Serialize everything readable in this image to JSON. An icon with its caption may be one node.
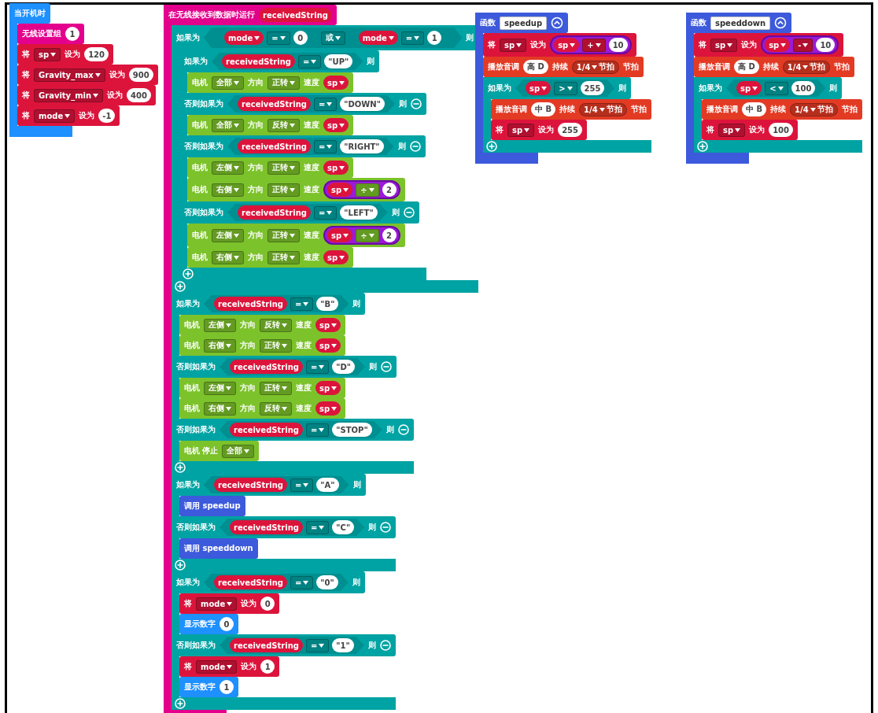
{
  "diagram": {
    "nodes": [
      {
        "text": [
          "当开机时"
        ]
      },
      {
        "text": [
          "无线设置组"
        ],
        "in": 0
      },
      {
        "text": [
          "1"
        ],
        "in": 1
      },
      {
        "text": [
          "将",
          "设为"
        ],
        "in": 0
      },
      {
        "text": [
          "sp"
        ],
        "in": 3
      },
      {
        "text": [
          "120"
        ],
        "in": 3
      },
      {
        "text": [
          "将",
          "设为"
        ],
        "in": 0
      },
      {
        "text": [
          "Gravity_max"
        ],
        "in": 6
      },
      {
        "text": [
          "900"
        ],
        "in": 6
      },
      {
        "text": [
          "将",
          "设为"
        ],
        "in": 0
      },
      {
        "text": [
          "Gravity_min"
        ],
        "in": 9
      },
      {
        "text": [
          "400"
        ],
        "in": 9
      },
      {
        "text": [
          "将",
          "设为"
        ],
        "in": 0
      },
      {
        "text": [
          "mode"
        ],
        "in": 12
      },
      {
        "text": [
          "-1"
        ],
        "in": 12
      },
      {
        "text": [
          "在无线接收到数据时运行"
        ]
      },
      {
        "text": [
          "receivedString"
        ],
        "in": 15
      },
      {
        "text": [],
        "shape": "box",
        "in": 15
      },
      {
        "text": [
          "如果为",
          "则"
        ],
        "in": 17
      },
      {
        "text": [],
        "shape": "hexagon",
        "in": 18
      },
      {
        "text": [],
        "shape": "hexagon",
        "in": 19
      },
      {
        "text": [
          "mode"
        ],
        "in": 20
      },
      {
        "text": [
          "="
        ],
        "in": 20
      },
      {
        "text": [
          "0"
        ],
        "in": 20
      },
      {
        "text": [
          "或"
        ],
        "in": 19
      },
      {
        "text": [],
        "shape": "hexagon",
        "in": 19
      },
      {
        "text": [
          "mode"
        ],
        "in": 25
      },
      {
        "text": [
          "="
        ],
        "in": 25
      },
      {
        "text": [
          "1"
        ],
        "in": 25
      },
      {
        "text": [],
        "shape": "box",
        "in": 18
      },
      {
        "text": [
          "如果为",
          "则"
        ],
        "in": 29
      },
      {
        "text": [],
        "shape": "hexagon",
        "in": 30
      },
      {
        "text": [
          "receivedString"
        ],
        "in": 31
      },
      {
        "text": [
          "="
        ],
        "in": 31
      },
      {
        "text": [
          "\"UP\""
        ],
        "in": 31
      },
      {
        "text": [
          "电机",
          "方向",
          "速度"
        ],
        "in": 30
      },
      {
        "text": [
          "全部"
        ],
        "in": 35
      },
      {
        "text": [
          "正转"
        ],
        "in": 35
      },
      {
        "text": [
          "sp"
        ],
        "in": 35
      },
      {
        "text": [
          "否则如果为",
          "则"
        ],
        "in": 29
      },
      {
        "text": [],
        "shape": "hexagon",
        "in": 39
      },
      {
        "text": [
          "receivedString"
        ],
        "in": 40
      },
      {
        "text": [
          "="
        ],
        "in": 40
      },
      {
        "text": [
          "\"DOWN\""
        ],
        "in": 40
      },
      {
        "text": [
          "电机",
          "方向",
          "速度"
        ],
        "in": 39
      },
      {
        "text": [
          "全部"
        ],
        "in": 44
      },
      {
        "text": [
          "反转"
        ],
        "in": 44
      },
      {
        "text": [
          "sp"
        ],
        "in": 44
      },
      {
        "text": [
          "否则如果为",
          "则"
        ],
        "in": 29
      },
      {
        "text": [],
        "shape": "hexagon",
        "in": 48
      },
      {
        "text": [
          "receivedString"
        ],
        "in": 49
      },
      {
        "text": [
          "="
        ],
        "in": 49
      },
      {
        "text": [
          "\"RIGHT\""
        ],
        "in": 49
      },
      {
        "text": [
          "电机",
          "方向",
          "速度"
        ],
        "in": 48
      },
      {
        "text": [
          "左侧"
        ],
        "in": 53
      },
      {
        "text": [
          "正转"
        ],
        "in": 53
      },
      {
        "text": [
          "sp"
        ],
        "in": 53
      },
      {
        "text": [
          "电机",
          "方向",
          "速度"
        ],
        "in": 48
      },
      {
        "text": [
          "右侧"
        ],
        "in": 57
      },
      {
        "text": [
          "正转"
        ],
        "in": 57
      },
      {
        "text": [],
        "shape": "oval",
        "in": 57
      },
      {
        "text": [
          "sp"
        ],
        "in": 60
      },
      {
        "text": [
          "÷"
        ],
        "in": 60
      },
      {
        "text": [
          "2"
        ],
        "in": 60
      },
      {
        "text": [
          "否则如果为",
          "则"
        ],
        "in": 29
      },
      {
        "text": [],
        "shape": "hexagon",
        "in": 64
      },
      {
        "text": [
          "receivedString"
        ],
        "in": 65
      },
      {
        "text": [
          "="
        ],
        "in": 65
      },
      {
        "text": [
          "\"LEFT\""
        ],
        "in": 65
      },
      {
        "text": [
          "电机",
          "方向",
          "速度"
        ],
        "in": 64
      },
      {
        "text": [
          "左侧"
        ],
        "in": 69
      },
      {
        "text": [
          "正转"
        ],
        "in": 69
      },
      {
        "text": [],
        "shape": "oval",
        "in": 69
      },
      {
        "text": [
          "sp"
        ],
        "in": 72
      },
      {
        "text": [
          "÷"
        ],
        "in": 72
      },
      {
        "text": [
          "2"
        ],
        "in": 72
      },
      {
        "text": [
          "电机",
          "方向",
          "速度"
        ],
        "in": 64
      },
      {
        "text": [
          "右侧"
        ],
        "in": 76
      },
      {
        "text": [
          "正转"
        ],
        "in": 76
      },
      {
        "text": [
          "sp"
        ],
        "in": 76
      },
      {
        "text": [],
        "shape": "box",
        "in": 15
      },
      {
        "text": [
          "如果为",
          "则"
        ],
        "in": 80
      },
      {
        "text": [],
        "shape": "hexagon",
        "in": 81
      },
      {
        "text": [
          "receivedString"
        ],
        "in": 82
      },
      {
        "text": [
          "="
        ],
        "in": 82
      },
      {
        "text": [
          "\"B\""
        ],
        "in": 82
      },
      {
        "text": [
          "电机",
          "方向",
          "速度"
        ],
        "in": 81
      },
      {
        "text": [
          "左侧"
        ],
        "in": 86
      },
      {
        "text": [
          "反转"
        ],
        "in": 86
      },
      {
        "text": [
          "sp"
        ],
        "in": 86
      },
      {
        "text": [
          "电机",
          "方向",
          "速度"
        ],
        "in": 81
      },
      {
        "text": [
          "右侧"
        ],
        "in": 90
      },
      {
        "text": [
          "正转"
        ],
        "in": 90
      },
      {
        "text": [
          "sp"
        ],
        "in": 90
      },
      {
        "text": [
          "否则如果为",
          "则"
        ],
        "in": 80
      },
      {
        "text": [],
        "shape": "hexagon",
        "in": 94
      },
      {
        "text": [
          "receivedString"
        ],
        "in": 95
      },
      {
        "text": [
          "="
        ],
        "in": 95
      },
      {
        "text": [
          "\"D\""
        ],
        "in": 95
      },
      {
        "text": [
          "电机",
          "方向",
          "速度"
        ],
        "in": 94
      },
      {
        "text": [
          "左侧"
        ],
        "in": 99
      },
      {
        "text": [
          "正转"
        ],
        "in": 99
      },
      {
        "text": [
          "sp"
        ],
        "in": 99
      },
      {
        "text": [
          "电机",
          "方向",
          "速度"
        ],
        "in": 94
      },
      {
        "text": [
          "右侧"
        ],
        "in": 103
      },
      {
        "text": [
          "反转"
        ],
        "in": 103
      },
      {
        "text": [
          "sp"
        ],
        "in": 103
      },
      {
        "text": [
          "否则如果为",
          "则"
        ],
        "in": 80
      },
      {
        "text": [],
        "shape": "hexagon",
        "in": 107
      },
      {
        "text": [
          "receivedString"
        ],
        "in": 108
      },
      {
        "text": [
          "="
        ],
        "in": 108
      },
      {
        "text": [
          "\"STOP\""
        ],
        "in": 108
      },
      {
        "text": [
          "电机 停止"
        ],
        "in": 107
      },
      {
        "text": [
          "全部"
        ],
        "in": 112
      },
      {
        "text": [],
        "shape": "box",
        "in": 15
      },
      {
        "text": [
          "如果为",
          "则"
        ],
        "in": 114
      },
      {
        "text": [],
        "shape": "hexagon",
        "in": 115
      },
      {
        "text": [
          "receivedString"
        ],
        "in": 116
      },
      {
        "text": [
          "="
        ],
        "in": 116
      },
      {
        "text": [
          "\"A\""
        ],
        "in": 116
      },
      {
        "text": [
          "调用 speedup"
        ],
        "in": 115
      },
      {
        "text": [
          "否则如果为",
          "则"
        ],
        "in": 114
      },
      {
        "text": [],
        "shape": "hexagon",
        "in": 121
      },
      {
        "text": [
          "receivedString"
        ],
        "in": 122
      },
      {
        "text": [
          "="
        ],
        "in": 122
      },
      {
        "text": [
          "\"C\""
        ],
        "in": 122
      },
      {
        "text": [
          "调用 speeddown"
        ],
        "in": 121
      },
      {
        "text": [],
        "shape": "box",
        "in": 15
      },
      {
        "text": [
          "如果为",
          "则"
        ],
        "in": 127
      },
      {
        "text": [],
        "shape": "hexagon",
        "in": 128
      },
      {
        "text": [
          "receivedString"
        ],
        "in": 129
      },
      {
        "text": [
          "="
        ],
        "in": 129
      },
      {
        "text": [
          "\"0\""
        ],
        "in": 129
      },
      {
        "text": [
          "将",
          "设为"
        ],
        "in": 128
      },
      {
        "text": [
          "mode"
        ],
        "in": 133
      },
      {
        "text": [
          "0"
        ],
        "in": 133
      },
      {
        "text": [
          "显示数字"
        ],
        "in": 128
      },
      {
        "text": [
          "0"
        ],
        "in": 136
      },
      {
        "text": [
          "否则如果为",
          "则"
        ],
        "in": 127
      },
      {
        "text": [],
        "shape": "hexagon",
        "in": 138
      },
      {
        "text": [
          "receivedString"
        ],
        "in": 139
      },
      {
        "text": [
          "="
        ],
        "in": 139
      },
      {
        "text": [
          "\"1\""
        ],
        "in": 139
      },
      {
        "text": [
          "将",
          "设为"
        ],
        "in": 138
      },
      {
        "text": [
          "mode"
        ],
        "in": 143
      },
      {
        "text": [
          "1"
        ],
        "in": 143
      },
      {
        "text": [
          "显示数字"
        ],
        "in": 138
      },
      {
        "text": [
          "1"
        ],
        "in": 146
      },
      {
        "text": [
          "函数"
        ]
      },
      {
        "text": [
          "speedup"
        ],
        "in": 148
      },
      {
        "text": [
          "将",
          "设为"
        ],
        "in": 148
      },
      {
        "text": [
          "sp"
        ],
        "in": 150
      },
      {
        "text": [],
        "shape": "oval",
        "in": 150
      },
      {
        "text": [
          "sp"
        ],
        "in": 152
      },
      {
        "text": [
          "+"
        ],
        "in": 152
      },
      {
        "text": [
          "10"
        ],
        "in": 152
      },
      {
        "text": [
          "播放音调",
          "持续",
          "节拍"
        ],
        "in": 148
      },
      {
        "text": [
          "高 D"
        ],
        "in": 156
      },
      {
        "text": [
          "1/4",
          "节拍"
        ],
        "in": 156
      },
      {
        "text": [],
        "shape": "box",
        "in": 148
      },
      {
        "text": [
          "如果为",
          "则"
        ],
        "in": 159
      },
      {
        "text": [],
        "shape": "hexagon",
        "in": 160
      },
      {
        "text": [
          "sp"
        ],
        "in": 161
      },
      {
        "text": [
          ">"
        ],
        "in": 161
      },
      {
        "text": [
          "255"
        ],
        "in": 161
      },
      {
        "text": [
          "播放音调",
          "持续",
          "节拍"
        ],
        "in": 160
      },
      {
        "text": [
          "中 B"
        ],
        "in": 165
      },
      {
        "text": [
          "1/4",
          "节拍"
        ],
        "in": 165
      },
      {
        "text": [
          "将",
          "设为"
        ],
        "in": 160
      },
      {
        "text": [
          "sp"
        ],
        "in": 168
      },
      {
        "text": [
          "255"
        ],
        "in": 168
      },
      {
        "text": [
          "函数"
        ]
      },
      {
        "text": [
          "speeddown"
        ],
        "in": 171
      },
      {
        "text": [
          "将",
          "设为"
        ],
        "in": 171
      },
      {
        "text": [
          "sp"
        ],
        "in": 173
      },
      {
        "text": [],
        "shape": "oval",
        "in": 173
      },
      {
        "text": [
          "sp"
        ],
        "in": 175
      },
      {
        "text": [
          "-"
        ],
        "in": 175
      },
      {
        "text": [
          "10"
        ],
        "in": 175
      },
      {
        "text": [
          "播放音调",
          "持续",
          "节拍"
        ],
        "in": 171
      },
      {
        "text": [
          "高 D"
        ],
        "in": 179
      },
      {
        "text": [
          "1/4",
          "节拍"
        ],
        "in": 179
      },
      {
        "text": [],
        "shape": "box",
        "in": 171
      },
      {
        "text": [
          "如果为",
          "则"
        ],
        "in": 182
      },
      {
        "text": [],
        "shape": "hexagon",
        "in": 183
      },
      {
        "text": [
          "sp"
        ],
        "in": 184
      },
      {
        "text": [
          "<"
        ],
        "in": 184
      },
      {
        "text": [
          "100"
        ],
        "in": 184
      },
      {
        "text": [
          "播放音调",
          "持续",
          "节拍"
        ],
        "in": 183
      },
      {
        "text": [
          "中 B"
        ],
        "in": 188
      },
      {
        "text": [
          "1/4",
          "节拍"
        ],
        "in": 188
      },
      {
        "text": [
          "将",
          "设为"
        ],
        "in": 183
      },
      {
        "text": [
          "sp"
        ],
        "in": 191
      },
      {
        "text": [
          "100"
        ],
        "in": 191
      }
    ]
  }
}
